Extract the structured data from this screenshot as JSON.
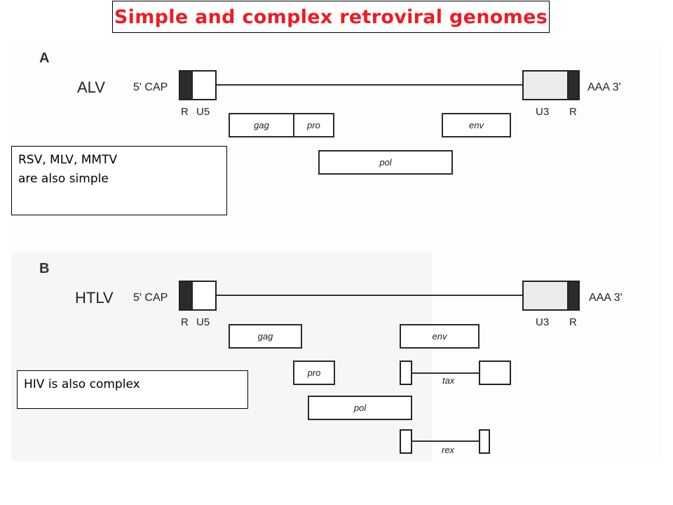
{
  "title": "Simple and complex retroviral genomes",
  "colors": {
    "title": "#ee1c24",
    "ltr_r": "#2b2b2b",
    "ltr_u3": "#ececec"
  },
  "panels": [
    {
      "letter": "A",
      "virus": "ALV",
      "five_prime": "5' CAP",
      "three_prime": "AAA 3'",
      "ltr5_labels": [
        "R",
        "U5"
      ],
      "ltr3_labels": [
        "U3",
        "R"
      ],
      "genes": {
        "gag": "gag",
        "pro": "pro",
        "env": "env",
        "pol": "pol"
      },
      "note": [
        "RSV, MLV, MMTV",
        "are also simple"
      ]
    },
    {
      "letter": "B",
      "virus": "HTLV",
      "five_prime": "5' CAP",
      "three_prime": "AAA 3'",
      "ltr5_labels": [
        "R",
        "U5"
      ],
      "ltr3_labels": [
        "U3",
        "R"
      ],
      "genes": {
        "gag": "gag",
        "env": "env",
        "pro": "pro",
        "tax": "tax",
        "pol": "pol",
        "rex": "rex"
      },
      "note": [
        "HIV is also complex"
      ]
    }
  ]
}
